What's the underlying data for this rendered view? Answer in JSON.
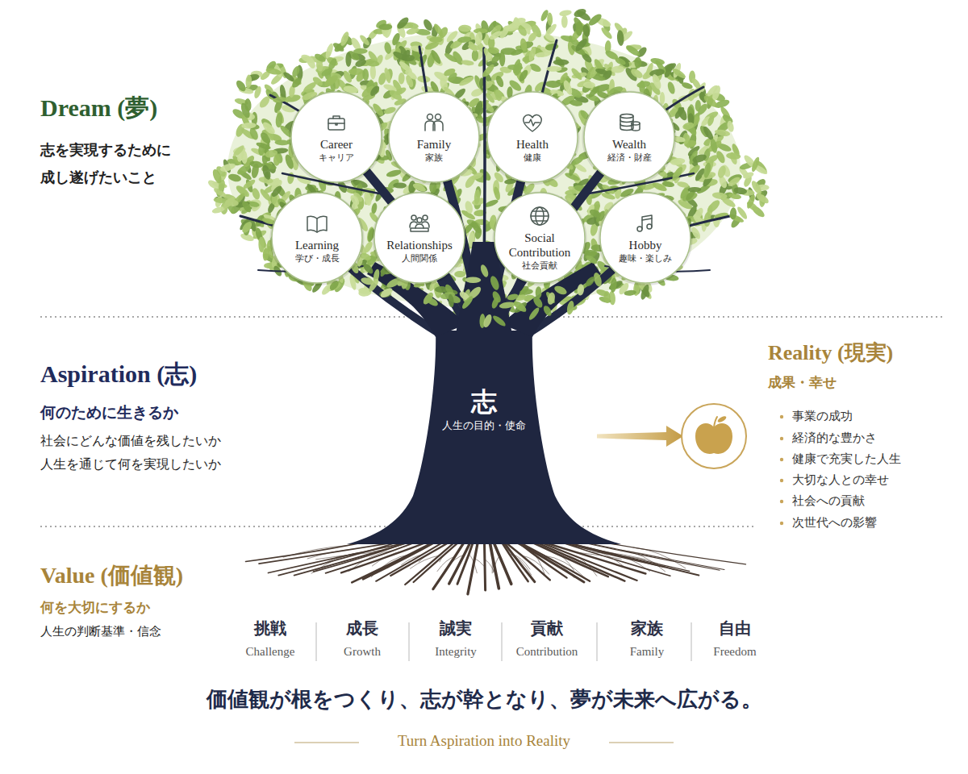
{
  "diagram": {
    "caption": "価値観が根をつくり、志が幹となり、夢が未来へ広がる。",
    "nodes": [
      {
        "text": [
          "Career",
          "キャリア"
        ]
      },
      {
        "text": [
          "Family",
          "家族"
        ]
      },
      {
        "text": [
          "Health",
          "健康"
        ]
      },
      {
        "text": [
          "Wealth",
          "経済・財産"
        ]
      },
      {
        "text": [
          "Learning",
          "学び・成長"
        ]
      },
      {
        "text": [
          "Relationships",
          "人間関係"
        ]
      },
      {
        "text": [
          "Social Contribution",
          "社会貢献"
        ]
      },
      {
        "text": [
          "Hobby",
          "趣味・楽しみ"
        ]
      },
      {
        "text": [
          "志",
          "人生の目的・使命"
        ]
      }
    ],
    "labels": [
      "Dream (夢)",
      "志を実現するために",
      "成し遂げたいこと",
      "Aspiration (志)",
      "何のために生きるか",
      "社会にどんな価値を残したいか",
      "人生を通じて何を実現したいか",
      "Value (価値観)",
      "何を大切にするか",
      "人生の判断基準・信念",
      "Reality (現実)",
      "成果・幸せ",
      "事業の成功",
      "経済的な豊かさ",
      "健康で充実した人生",
      "大切な人との幸せ",
      "社会への貢献",
      "次世代への影響",
      "挑戦",
      "Challenge",
      "成長",
      "Growth",
      "誠実",
      "Integrity",
      "貢献",
      "Contribution",
      "家族",
      "Family",
      "自由",
      "Freedom",
      "Turn Aspiration into Reality"
    ]
  }
}
